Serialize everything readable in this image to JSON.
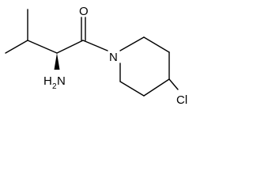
{
  "molecule": {
    "atoms": {
      "oxygen": "O",
      "nitrogen": "N",
      "amine_h": "H",
      "amine_n": "N",
      "amine_sub": "2",
      "chlorine": "Cl"
    }
  },
  "colors": {
    "bond": "#000000",
    "background": "#ffffff"
  }
}
